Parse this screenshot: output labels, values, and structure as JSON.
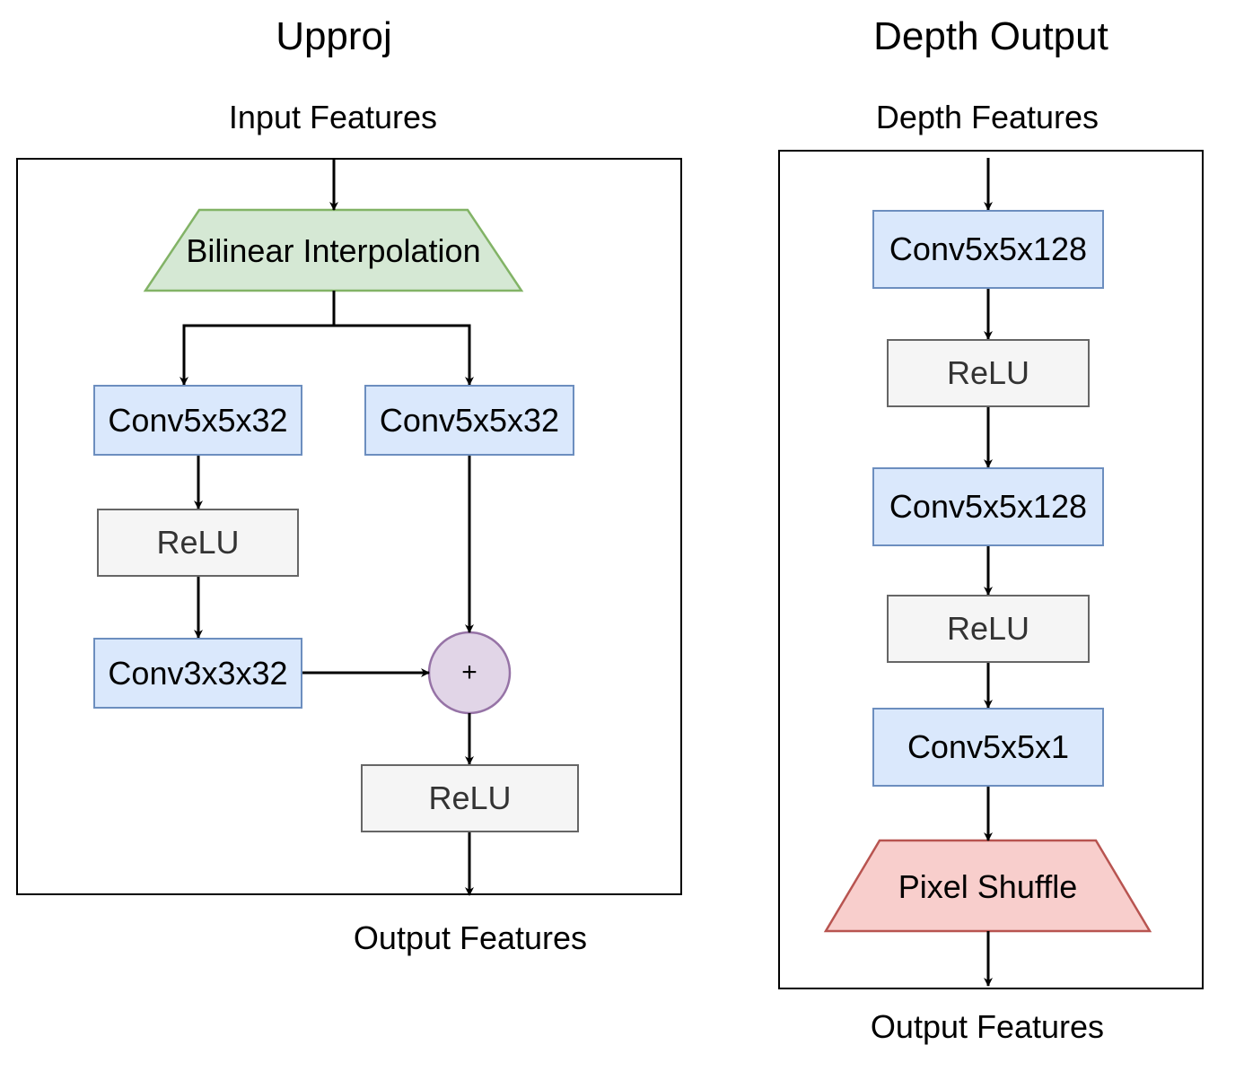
{
  "upproj": {
    "title": "Upproj",
    "input_label": "Input Features",
    "interp_label": "Bilinear Interpolation",
    "conv_left_top": "Conv5x5x32",
    "conv_right": "Conv5x5x32",
    "relu_left": "ReLU",
    "conv_left_bottom": "Conv3x3x32",
    "sum_symbol": "+",
    "relu_out": "ReLU",
    "output_label": "Output Features"
  },
  "depth_output": {
    "title": "Depth Output",
    "input_label": "Depth Features",
    "conv_1": "Conv5x5x128",
    "relu_1": "ReLU",
    "conv_2": "Conv5x5x128",
    "relu_2": "ReLU",
    "conv_3": "Conv5x5x1",
    "shuffle_label": "Pixel Shuffle",
    "output_label": "Output Features"
  },
  "colors": {
    "conv_fill": "#dae8fc",
    "conv_stroke": "#6c8ebf",
    "relu_fill": "#f5f5f5",
    "relu_stroke": "#666666",
    "interp_fill": "#d5e8d4",
    "interp_stroke": "#82b366",
    "sum_fill": "#e1d5e7",
    "sum_stroke": "#9673a6",
    "shuffle_fill": "#f8cecc",
    "shuffle_stroke": "#b85450"
  }
}
